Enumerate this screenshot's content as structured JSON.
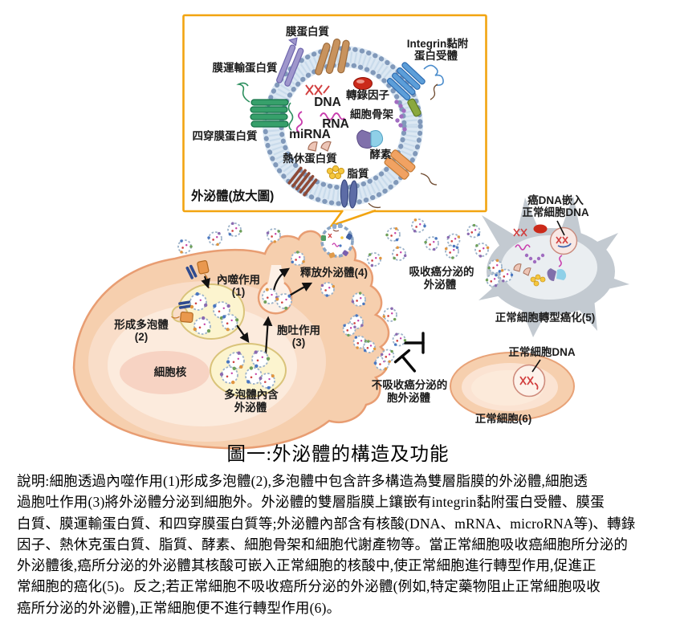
{
  "colors": {
    "inset_border": "#F2A410",
    "membrane_bead_blue": "#8199BA",
    "membrane_stripe_blue": "#C9DBEB",
    "cell_fill": "#F6CFAE",
    "cell_edge": "#E89D72",
    "vesicle_fill": "#FCF4CF",
    "vesicle_edge": "#D9C37A",
    "gray_cell": "#C3CAD1",
    "accent_red": "#CB2A1A",
    "accent_magenta": "#C93FAE",
    "lipid_yellow": "#F5C73E",
    "label_ink": "#1B1B1B"
  },
  "inset": {
    "title": "外泌體(放大圖)",
    "labels": {
      "membrane_protein": "膜蛋白質",
      "integrin_line1": "Integrin黏附",
      "integrin_line2": "蛋白受體",
      "membrane_transport_protein": "膜運輸蛋白質",
      "tetraspanin": "四穿膜蛋白質",
      "dna": "DNA",
      "transcription_factor": "轉錄因子",
      "rna": "RNA",
      "cytoskeleton": "細胞骨架",
      "mirna": "miRNA",
      "heat_shock_protein": "熱休蛋白質",
      "enzyme": "酵素",
      "lipid": "脂質"
    }
  },
  "cell_diagram": {
    "endocytosis_line1": "內噬作用",
    "endocytosis_line2": "(1)",
    "form_mvb_line1": "形成多泡體",
    "form_mvb_line2": "(2)",
    "nucleus": "細胞核",
    "mvb_contains_line1": "多泡體內含",
    "mvb_contains_line2": "外泌體",
    "exocytosis_line1": "胞吐作用",
    "exocytosis_line2": "(3)",
    "release_exosome": "釋放外泌體(4)"
  },
  "right_diagram": {
    "absorb_line1": "吸收癌分泌的",
    "absorb_line2": "外泌體",
    "cancer_dna_line1": "癌DNA嵌入",
    "cancer_dna_line2": "正常細胞DNA",
    "transformed_cell": "正常細胞轉型癌化(5)",
    "normal_cell_dna": "正常細胞DNA",
    "not_absorb_line1": "不吸收癌分泌的",
    "not_absorb_line2": "胞外泌體",
    "normal_cell": "正常細胞(6)"
  },
  "caption": "圖一:外泌體的構造及功能",
  "description": {
    "lines": [
      "說明:細胞透過內噬作用(1)形成多泡體(2),多泡體中包含許多構造為雙層脂膜的外泌體,細胞透",
      "過胞吐作用(3)將外泌體分泌到細胞外。外泌體的雙層脂膜上鑲嵌有integrin黏附蛋白受體、膜蛋",
      "白質、膜運輸蛋白質、和四穿膜蛋白質等;外泌體內部含有核酸(DNA、mRNA、microRNA等)、轉錄",
      "因子、熱休克蛋白質、脂質、酵素、細胞骨架和細胞代謝產物等。當正常細胞吸收癌細胞所分泌的",
      "外泌體後,癌所分泌的外泌體其核酸可嵌入正常細胞的核酸中,使正常細胞進行轉型作用,促進正",
      "常細胞的癌化(5)。反之;若正常細胞不吸收癌所分泌的外泌體(例如,特定藥物阻止正常細胞吸收",
      "癌所分泌的外泌體),正常細胞便不進行轉型作用(6)。"
    ]
  }
}
